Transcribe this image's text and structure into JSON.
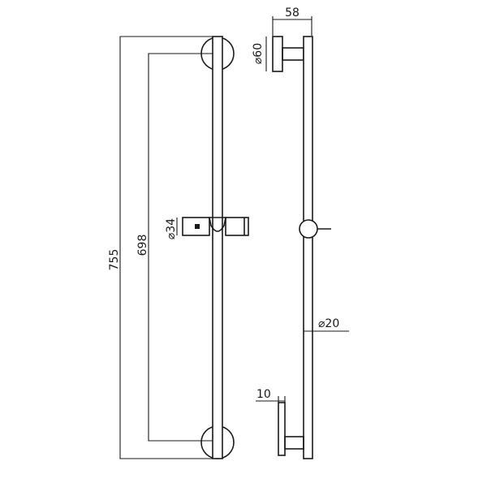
{
  "dimensions": {
    "overall_height": "755",
    "fixing_centers": "698",
    "slider_diameter": "⌀34",
    "bracket_diameter": "⌀60",
    "bracket_projection": "58",
    "rail_diameter": "⌀20",
    "bottom_offset": "10"
  }
}
